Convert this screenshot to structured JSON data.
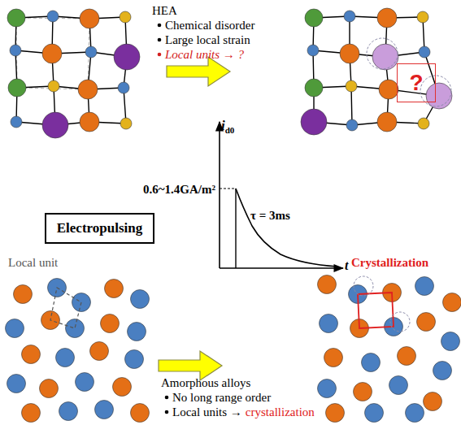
{
  "diagram": {
    "nodes": [
      {
        "text": [
          "Electropulsing"
        ]
      },
      {
        "text": [
          "?"
        ]
      }
    ],
    "labels": [
      "HEA",
      "Chemical disorder",
      "Large local strain",
      "Local units → ?",
      "i",
      "d0",
      "0.6~1.4GA/m²",
      "τ = 3ms",
      "t",
      "Local unit",
      "Crystallization",
      "Amorphous alloys",
      "No long range order",
      "Local units →",
      "crystallization"
    ]
  }
}
